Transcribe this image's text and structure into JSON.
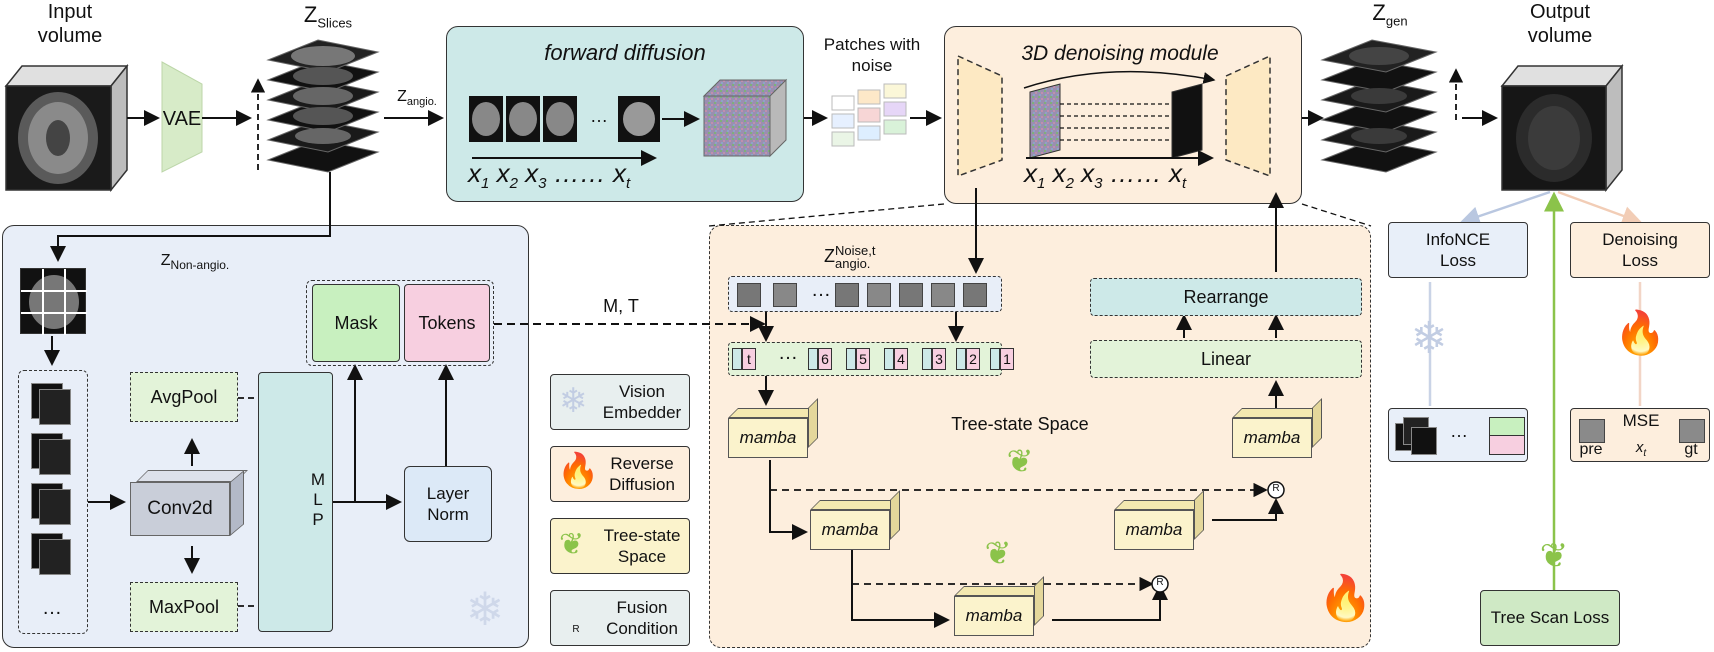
{
  "header": {
    "input_volume": "Input\nvolume",
    "z_slices": "Z",
    "z_slices_sub": "Slices",
    "vae": "VAE",
    "z_angio": "Z",
    "z_angio_sub": "angio.",
    "forward_diffusion": "forward  diffusion",
    "patches_with_noise": "Patches with\nnoise",
    "denoising_module": "3D denoising module",
    "z_gen": "Z",
    "z_gen_sub": "gen",
    "output_volume": "Output\nvolume",
    "seq_x1": "x",
    "seq_sub1": "1",
    "seq_x2": "x",
    "seq_sub2": "2",
    "seq_x3": "x",
    "seq_sub3": "3",
    "seq_dots": "……",
    "seq_xt": "x",
    "seq_subt": "t",
    "dots_small": "…"
  },
  "left_panel": {
    "z_non_angio": "Z",
    "z_non_angio_sub": "Non-angio.",
    "avgpool": "AvgPool",
    "maxpool": "MaxPool",
    "conv2d": "Conv2d",
    "mlp": "M\nL\nP",
    "layer_norm": "Layer\nNorm",
    "mask": "Mask",
    "tokens": "Tokens",
    "dots": "…"
  },
  "connector": {
    "mt": "M, T"
  },
  "legend": {
    "vision_embedder": "Vision\nEmbedder",
    "reverse_diffusion": "Reverse\nDiffusion",
    "tree_state_space": "Tree-state\nSpace",
    "fusion_condition": "Fusion\nCondition"
  },
  "right_panel": {
    "z_noise": "Z",
    "z_noise_sup": "Noise,t",
    "z_noise_sub": "angio.",
    "tokens": [
      "t",
      "6",
      "5",
      "4",
      "3",
      "2",
      "1"
    ],
    "token_dots": "…",
    "mamba": "mamba",
    "tree_state_space": "Tree-state Space",
    "rearrange": "Rearrange",
    "linear": "Linear"
  },
  "losses": {
    "infonce": "InfoNCE\nLoss",
    "denoising": "Denoising\nLoss",
    "mse": "MSE",
    "mse_xt": "x",
    "mse_xt_sub": "t",
    "pre": "pre",
    "gt": "gt",
    "dots": "…",
    "tree_scan": "Tree Scan Loss"
  },
  "colors": {
    "vae_green": "#d7ebc8",
    "teal_panel": "#cde9e8",
    "peach_panel": "#fdeedd",
    "blue_panel": "#e8eef8",
    "mask_green": "#c8f0bf",
    "tokens_pink": "#f7cfe0",
    "mamba_yellow": "#fbf3cc",
    "loss_blue": "#e8eff9",
    "tree_loss_green": "#cfe9c5"
  }
}
